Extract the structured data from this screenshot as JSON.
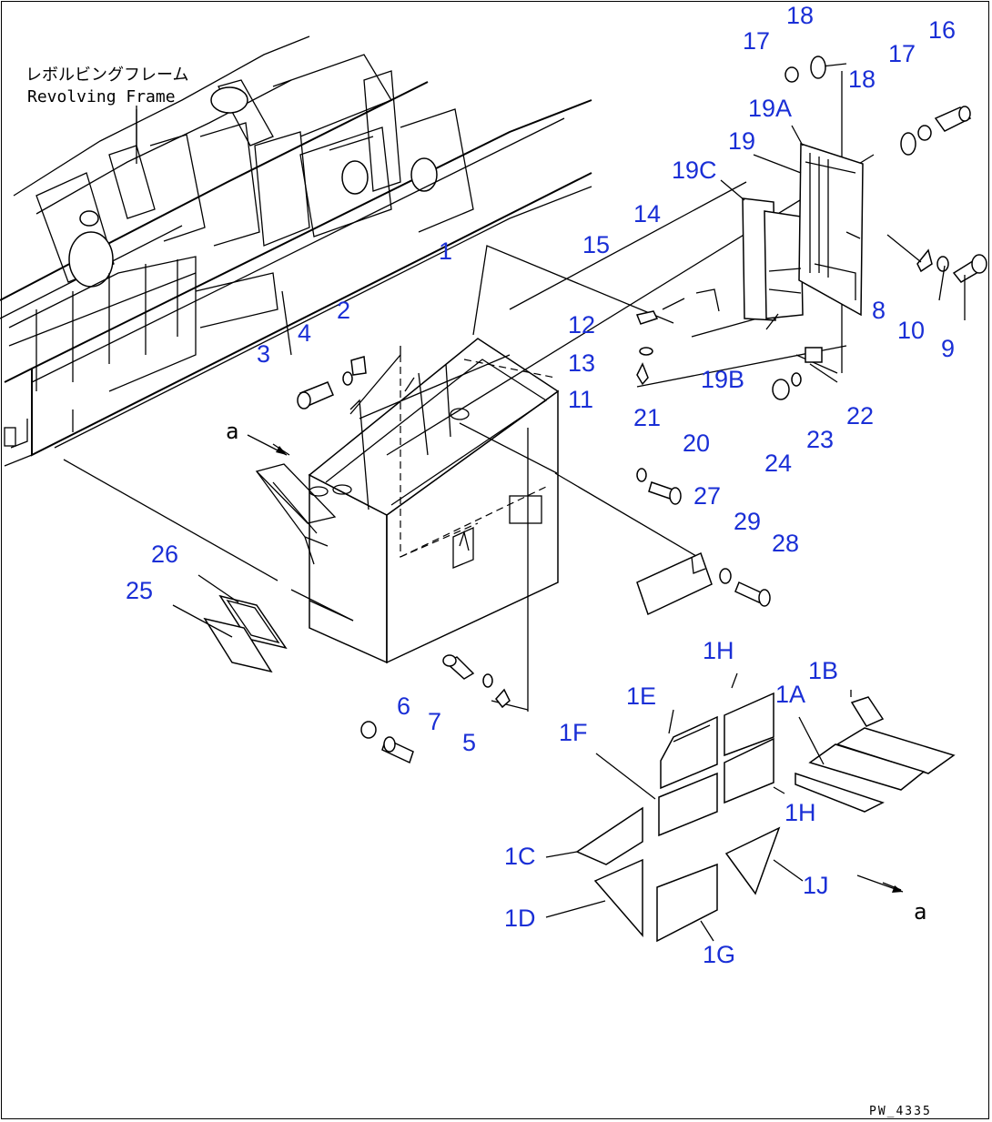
{
  "diagram": {
    "frame_label_jp": "レボルビングフレーム",
    "frame_label_en": "Revolving Frame",
    "view_mark_left": "a",
    "view_mark_right": "a",
    "drawing_code": "PW_4335",
    "callout_color": "#1a2fd6",
    "callouts": [
      "1",
      "2",
      "3",
      "4",
      "5",
      "6",
      "7",
      "8",
      "9",
      "10",
      "11",
      "12",
      "13",
      "14",
      "15",
      "16",
      "17",
      "17",
      "18",
      "18",
      "19",
      "19A",
      "19B",
      "19C",
      "20",
      "21",
      "22",
      "23",
      "24",
      "25",
      "26",
      "27",
      "28",
      "29",
      "1A",
      "1B",
      "1C",
      "1D",
      "1E",
      "1F",
      "1G",
      "1H",
      "1H",
      "1J"
    ]
  }
}
